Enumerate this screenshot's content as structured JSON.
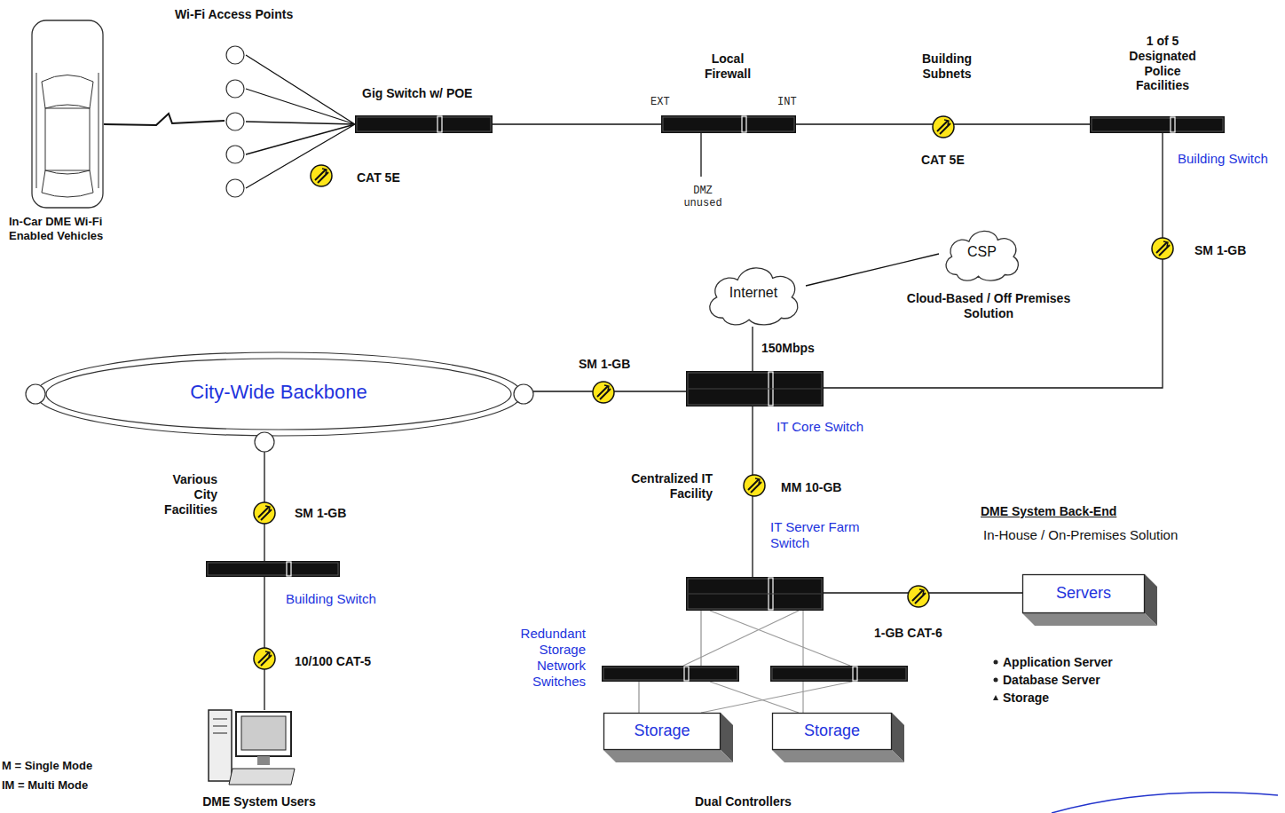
{
  "diagram": {
    "nodes": [
      {
        "text": [
          "In-Car DME Wi-Fi Enabled Vehicles"
        ]
      },
      {
        "text": [
          "Wi-Fi Access Points"
        ]
      },
      {
        "text": [
          "Gig Switch w/ POE"
        ]
      },
      {
        "text": [
          "Local Firewall"
        ]
      },
      {
        "text": [
          "1 of 5 Designated Police Facilities",
          "Building Switch"
        ]
      },
      {
        "text": [
          "Internet"
        ]
      },
      {
        "text": [
          "CSP",
          "Cloud-Based / Off Premises Solution"
        ]
      },
      {
        "text": [
          "City-Wide Backbone"
        ]
      },
      {
        "text": [
          "IT Core Switch"
        ]
      },
      {
        "text": [
          "Various City Facilities",
          "Building Switch"
        ]
      },
      {
        "text": [
          "DME System Users"
        ]
      },
      {
        "text": [
          "IT Server Farm Switch"
        ]
      },
      {
        "text": [
          "Servers"
        ]
      },
      {
        "text": [
          "Redundant Storage Network Switches"
        ]
      },
      {
        "text": [
          "Storage"
        ]
      },
      {
        "text": [
          "Storage"
        ]
      }
    ],
    "edges": [
      {
        "from": 0,
        "to": 1,
        "arrow": "none"
      },
      {
        "from": 1,
        "to": 2,
        "arrow": "none"
      },
      {
        "from": 2,
        "to": 3,
        "arrow": "none"
      },
      {
        "from": 3,
        "to": 4,
        "arrow": "none"
      },
      {
        "from": 4,
        "to": 8,
        "arrow": "none"
      },
      {
        "from": 5,
        "to": 8,
        "arrow": "none"
      },
      {
        "from": 5,
        "to": 6,
        "arrow": "none"
      },
      {
        "from": 7,
        "to": 8,
        "arrow": "none"
      },
      {
        "from": 7,
        "to": 9,
        "arrow": "none"
      },
      {
        "from": 9,
        "to": 10,
        "arrow": "none"
      },
      {
        "from": 8,
        "to": 11,
        "arrow": "none"
      },
      {
        "from": 11,
        "to": 12,
        "arrow": "none"
      },
      {
        "from": 11,
        "to": 13,
        "arrow": "none"
      },
      {
        "from": 13,
        "to": 14,
        "arrow": "none"
      },
      {
        "from": 13,
        "to": 15,
        "arrow": "none"
      }
    ],
    "labels": [
      "CAT 5E",
      "EXT",
      "INT",
      "DMZ unused",
      "Building Subnets",
      "CAT 5E",
      "SM 1-GB",
      "150Mbps",
      "SM 1-GB",
      "SM 1-GB",
      "10/100 CAT-5",
      "Centralized IT Facility",
      "MM 10-GB",
      "DME System Back-End",
      "In-House / On-Premises Solution",
      "1-GB CAT-6",
      "Application Server",
      "Database Server",
      "Storage",
      "Dual Controllers",
      "M = Single Mode",
      "IM = Multi Mode"
    ]
  }
}
